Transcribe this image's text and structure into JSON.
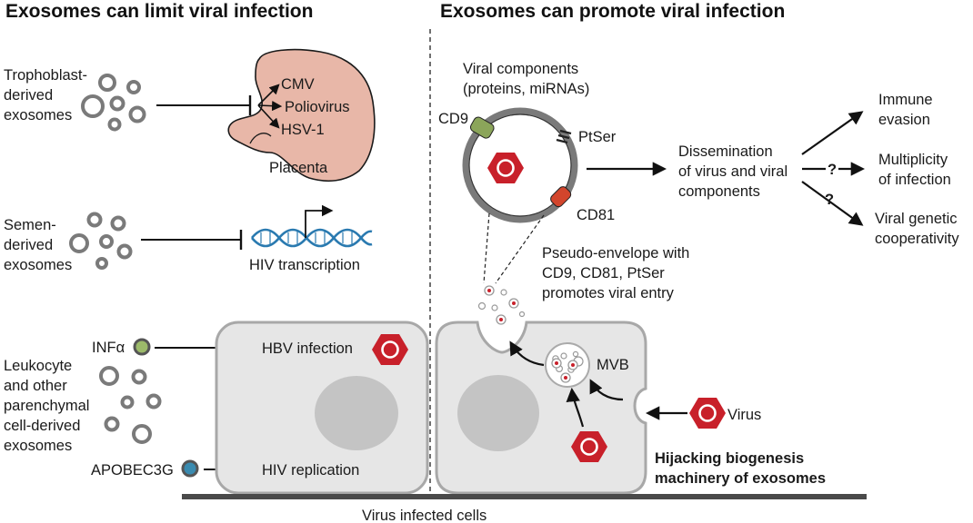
{
  "headers": {
    "left": "Exosomes can limit viral infection",
    "right": "Exosomes can promote viral infection"
  },
  "left_panel": {
    "trophoblast": {
      "lines": [
        "Trophoblast-",
        "derived",
        "exosomes"
      ],
      "targets": [
        "CMV",
        "Poliovirus",
        "HSV-1"
      ],
      "organ": "Placenta"
    },
    "semen": {
      "lines": [
        "Semen-",
        "derived",
        "exosomes"
      ],
      "target": "HIV transcription"
    },
    "leukocyte": {
      "lines": [
        "Leukocyte",
        "and other",
        "parenchymal",
        "cell-derived",
        "exosomes"
      ],
      "inf_label": "INFα",
      "apobec_label": "APOBEC3G",
      "hbv": "HBV infection",
      "hiv": "HIV replication"
    }
  },
  "right_panel": {
    "viral_components": [
      "Viral components",
      "(proteins, miRNAs)"
    ],
    "markers": {
      "cd9": "CD9",
      "ptser": "PtSer",
      "cd81": "CD81"
    },
    "dissemination": [
      "Dissemination",
      "of virus and viral",
      "components"
    ],
    "outcomes": {
      "immune": [
        "Immune",
        "evasion"
      ],
      "multiplicity": [
        "Multiplicity",
        "of infection"
      ],
      "genetic": [
        "Viral genetic",
        "cooperativity"
      ]
    },
    "question_mark": "?",
    "pseudo_envelope": [
      "Pseudo-envelope with",
      "CD9, CD81, PtSer",
      "promotes viral entry"
    ],
    "mvb": "MVB",
    "virus": "Virus",
    "hijacking": [
      "Hijacking biogenesis",
      "machinery of exosomes"
    ]
  },
  "footer": "Virus infected cells",
  "colors": {
    "exosome_ring": "#7a7a7a",
    "placenta": "#e8b7a8",
    "dna": "#2a7ab0",
    "cell_fill": "#e6e6e6",
    "cell_stroke": "#a8a8a8",
    "nucleus": "#c4c4c4",
    "virus_red": "#c8202a",
    "cd9_green": "#8ba55a",
    "cd81_red": "#d2452c",
    "inf_green": "#9cba6a",
    "apobec_blue": "#3a8bb0"
  }
}
